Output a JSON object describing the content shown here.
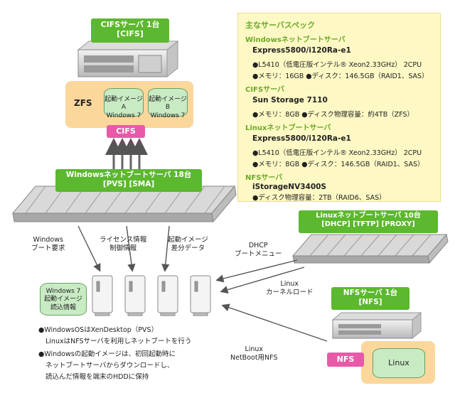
{
  "cifs_server": {
    "title": "CIFSサーバ 1台",
    "tag": "[CIFS]"
  },
  "zfs": {
    "label": "ZFS",
    "image_a_line1": "起動イメージA",
    "image_a_line2": "Windows 7",
    "image_b_line1": "起動イメージB",
    "image_b_line2": "Windows 7",
    "cifs_box": "CIFS"
  },
  "windows_boot_server": {
    "title": "Windowsネットブートサーバ 18台",
    "tags": "[PVS] [SMA]"
  },
  "linux_boot_server": {
    "title": "Linuxネットブートサーバ 10台",
    "tags": "[DHCP] [TFTP] [PROXY]"
  },
  "nfs_server": {
    "title": "NFSサーバ 1台",
    "tag": "[NFS]",
    "nfs_box": "NFS",
    "linux_disk": "Linux"
  },
  "specs": {
    "title": "主なサーバスペック",
    "windows": {
      "head": "Windowsネットブートサーバ",
      "model": "Express5800/i120Ra-e1",
      "cpu": "●L5410（低電圧版インテル® Xeon2.33GHz） 2CPU",
      "mem_disk": "●メモリ：16GB ●ディスク：146.5GB（RAID1、SAS）"
    },
    "cifs": {
      "head": "CIFSサーバ",
      "model": "Sun Storage 7110",
      "line": "●メモリ：8GB ●ディスク物理容量：約4TB（ZFS）"
    },
    "linux": {
      "head": "Linuxネットブートサーバ",
      "model": "Express5800/i120Ra-e1",
      "cpu": "●L5410（低電圧版インテル® Xeon2.33GHz） 2CPU",
      "mem_disk": "●メモリ：8GB ●ディスク：146.5GB（RAID1、SAS）"
    },
    "nfs": {
      "head": "NFSサーバ",
      "model": "iStorageNV3400S",
      "line": "●ディスク物理容量：2TB（RAID6、SAS）"
    }
  },
  "arrows": {
    "windows_boot_req_1": "Windows",
    "windows_boot_req_2": "ブート要求",
    "license_1": "ライセンス情報",
    "license_2": "制御情報",
    "boot_image_1": "起動イメージ",
    "boot_image_2": "差分データ",
    "dhcp_1": "DHCP",
    "dhcp_2": "ブートメニュー",
    "linux_kernel_1": "Linux",
    "linux_kernel_2": "カーネルロード",
    "netboot_nfs_1": "Linux",
    "netboot_nfs_2": "NetBoot用NFS"
  },
  "client_disk": {
    "line1": "Windows 7",
    "line2": "起動イメージ",
    "line3": "読込情報"
  },
  "notes": {
    "n1": "●WindowsOSはXenDesktop（PVS）",
    "n2": "LinuxはNFSサーバを利用しネットブートを行う",
    "n3": "●Windowsの起動イメージは、初回起動時に",
    "n4": "ネットブートサーバからダウンロードし、",
    "n5": "読込んだ情報を端末のHDDに保持"
  },
  "colors": {
    "green": "#5cb82e",
    "orange": "#fbd79b",
    "pink": "#e85aa8",
    "disk": "#c8ebc4"
  }
}
